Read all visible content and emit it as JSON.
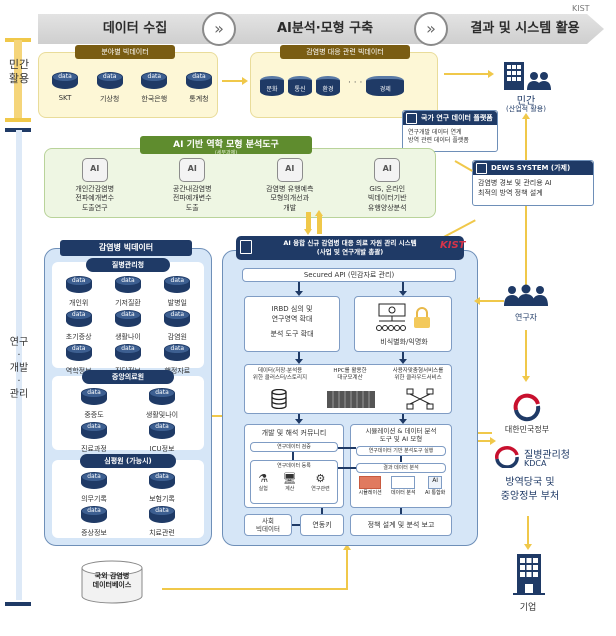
{
  "corner_label": "KIST",
  "phases": [
    {
      "label": "데이터 수집"
    },
    {
      "label": "AI분석·모형 구축"
    },
    {
      "label": "결과 및 시스템 활용"
    }
  ],
  "phase_separator_icon": "double-chevron-right-icon",
  "left_axis": {
    "private_use_label": "민간\n활용",
    "rnd_label": "연구\n·\n개발\n·\n관리"
  },
  "sector_big_data": {
    "title": "분야별 빅데이터",
    "sources": [
      {
        "icon_text": "data",
        "label": "SKT"
      },
      {
        "icon_text": "data",
        "label": "기상청"
      },
      {
        "icon_text": "data",
        "label": "한국은행"
      },
      {
        "icon_text": "data",
        "label": "통계청"
      }
    ]
  },
  "infection_related_big_data": {
    "title": "감염병 대응 관련 빅데이터",
    "items": [
      "문화",
      "통신",
      "환경",
      "경제"
    ],
    "ellipsis": "· · ·"
  },
  "private_sector": {
    "label": "민간",
    "sublabel": "(산업적 활용)"
  },
  "national_research_platform": {
    "title": "국가 연구 데이터 플랫폼",
    "body": "연구개발 데이터 연계\n방역 관련 데이터 플랫폼"
  },
  "dews_system": {
    "title": "DEWS SYSTEM (가제)",
    "body": "감염병 경보 및 관리용 AI\n최적의 방역 정책 설계"
  },
  "ai_tools": {
    "title": "AI 기반 역학 모형 분석도구",
    "subtitle": "(세부과제)",
    "icon_text": "AI",
    "items": [
      {
        "label": "개인간감염병\n전파예개변수\n도출연구"
      },
      {
        "label": "공간내감염병\n전파예개변수\n도출"
      },
      {
        "label": "감염병 유행예측\n모형의개선과\n개발"
      },
      {
        "label": "GIS, 온라인\n빅데이터기반\n유행양상분석"
      }
    ]
  },
  "infection_big_data": {
    "title": "감염병 빅데이터",
    "groups": [
      {
        "name": "질병관리청",
        "items": [
          "개인위",
          "기저질환",
          "발병일",
          "초기증상",
          "생활나이",
          "감염원",
          "역학정보",
          "진단정보",
          "행정자료"
        ]
      },
      {
        "name": "중앙의료원",
        "items": [
          "중증도",
          "생활및나이",
          "진료과정",
          "ICU정보"
        ]
      },
      {
        "name": "심평원 (가능시)",
        "items": [
          "의무기록",
          "보험기록",
          "증상정보",
          "치료관련"
        ]
      }
    ]
  },
  "foreign_database": {
    "label": "국외 감염병\n데이터베이스"
  },
  "main_system": {
    "title": "AI 융합 신규 감염병 대응 의료 자원 관리 시스템",
    "subtitle": "(사업 및 연구개발 총괄)",
    "logo": "KIST",
    "secured_api": "Secured API (민감자료 관리)",
    "irb_box": {
      "line1": "IRBD 심의 및\n연구영역 확대",
      "line2": "분석 도구 확대"
    },
    "anonymization": {
      "label": "비식별화/익명화"
    },
    "infra": [
      {
        "label": "데이터(저장·분석용\n위한 클러스터/스토리지",
        "icon": "database-icon"
      },
      {
        "label": "HPC를 활용한\n대규모계산",
        "icon": "server-rack-icon"
      },
      {
        "label": "사용자맞춤형서비스를\n위한 클라우드서비스",
        "icon": "cloud-network-icon"
      }
    ],
    "dev_community": {
      "title": "개발 및 해석 커뮤니티",
      "verify": "연구데이터 검증",
      "register": "연구데이터 등록",
      "icons": [
        {
          "label": "실험"
        },
        {
          "label": "계산"
        },
        {
          "label": "연구관련"
        }
      ]
    },
    "simulation": {
      "title": "시뮬레이션 & 데이터 분석\n도구 및 AI 모형",
      "run": "연구데이터 기반 분석도구 실행",
      "result": "결과 데이터 분석",
      "icons": [
        {
          "label": "시뮬레이션"
        },
        {
          "label": "데이터 분석"
        },
        {
          "label": "AI 통합화"
        }
      ]
    },
    "social_big_data": "사회\n빅데이터",
    "link_key": "연동키",
    "policy_report": "정책 설계 및 분석 보고"
  },
  "right_column": {
    "researcher": "연구자",
    "government": "대한민국정부",
    "kdca": {
      "name": "질병관리청",
      "abbr": "KDCA"
    },
    "authorities": "방역당국 및\n중앙정부 부처",
    "company": "기업"
  },
  "colors": {
    "navy": "#1f3a66",
    "yellow_arrow": "#f0c84a",
    "brown_tag": "#7a5d13",
    "green_tag": "#5f8c2e",
    "light_blue": "#d6e6f7",
    "light_yellow": "#fdf7d6",
    "light_green": "#eef6e3",
    "gov_red": "#c8102e"
  }
}
